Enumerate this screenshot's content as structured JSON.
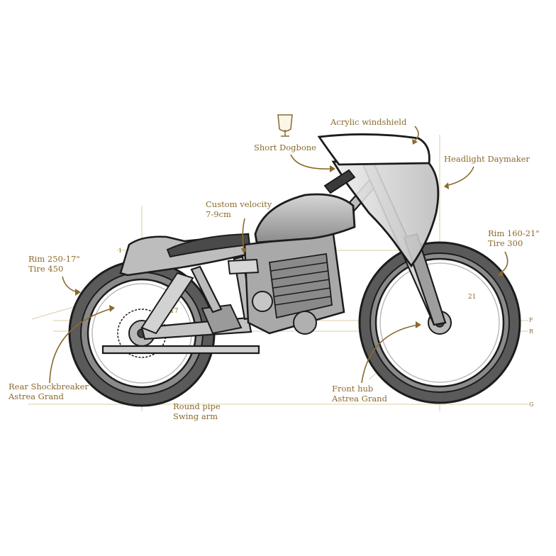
{
  "labels": {
    "windshield": {
      "line1": "Acrylic windshield"
    },
    "dogbone": {
      "line1": "Short Dogbone"
    },
    "headlight": {
      "line1": "Headlight Daymaker"
    },
    "velocity": {
      "line1": "Custom velocity",
      "line2": "7-9cm"
    },
    "front_rim": {
      "line1": "Rim 160-21\"",
      "line2": "Tire 300"
    },
    "rear_rim": {
      "line1": "Rim 250-17\"",
      "line2": "Tire 450"
    },
    "shock": {
      "line1": "Rear Shockbreaker",
      "line2": "Astrea Grand"
    },
    "swingarm": {
      "line1": "Round pipe",
      "line2": "Swing arm"
    },
    "front_hub": {
      "line1": "Front hub",
      "line2": "Astrea Grand"
    }
  },
  "guides": {
    "f": "F",
    "r": "R",
    "g": "G",
    "one": "1",
    "dim_front": "21",
    "dim_rear": "17"
  },
  "colors": {
    "ink": "#1c1c1c",
    "accent": "#8a6a2c",
    "guide": "#d9c9a4",
    "metal_light": "#e2e2e2",
    "metal_mid": "#b9b9b9",
    "metal_dark": "#6e6e6e"
  }
}
